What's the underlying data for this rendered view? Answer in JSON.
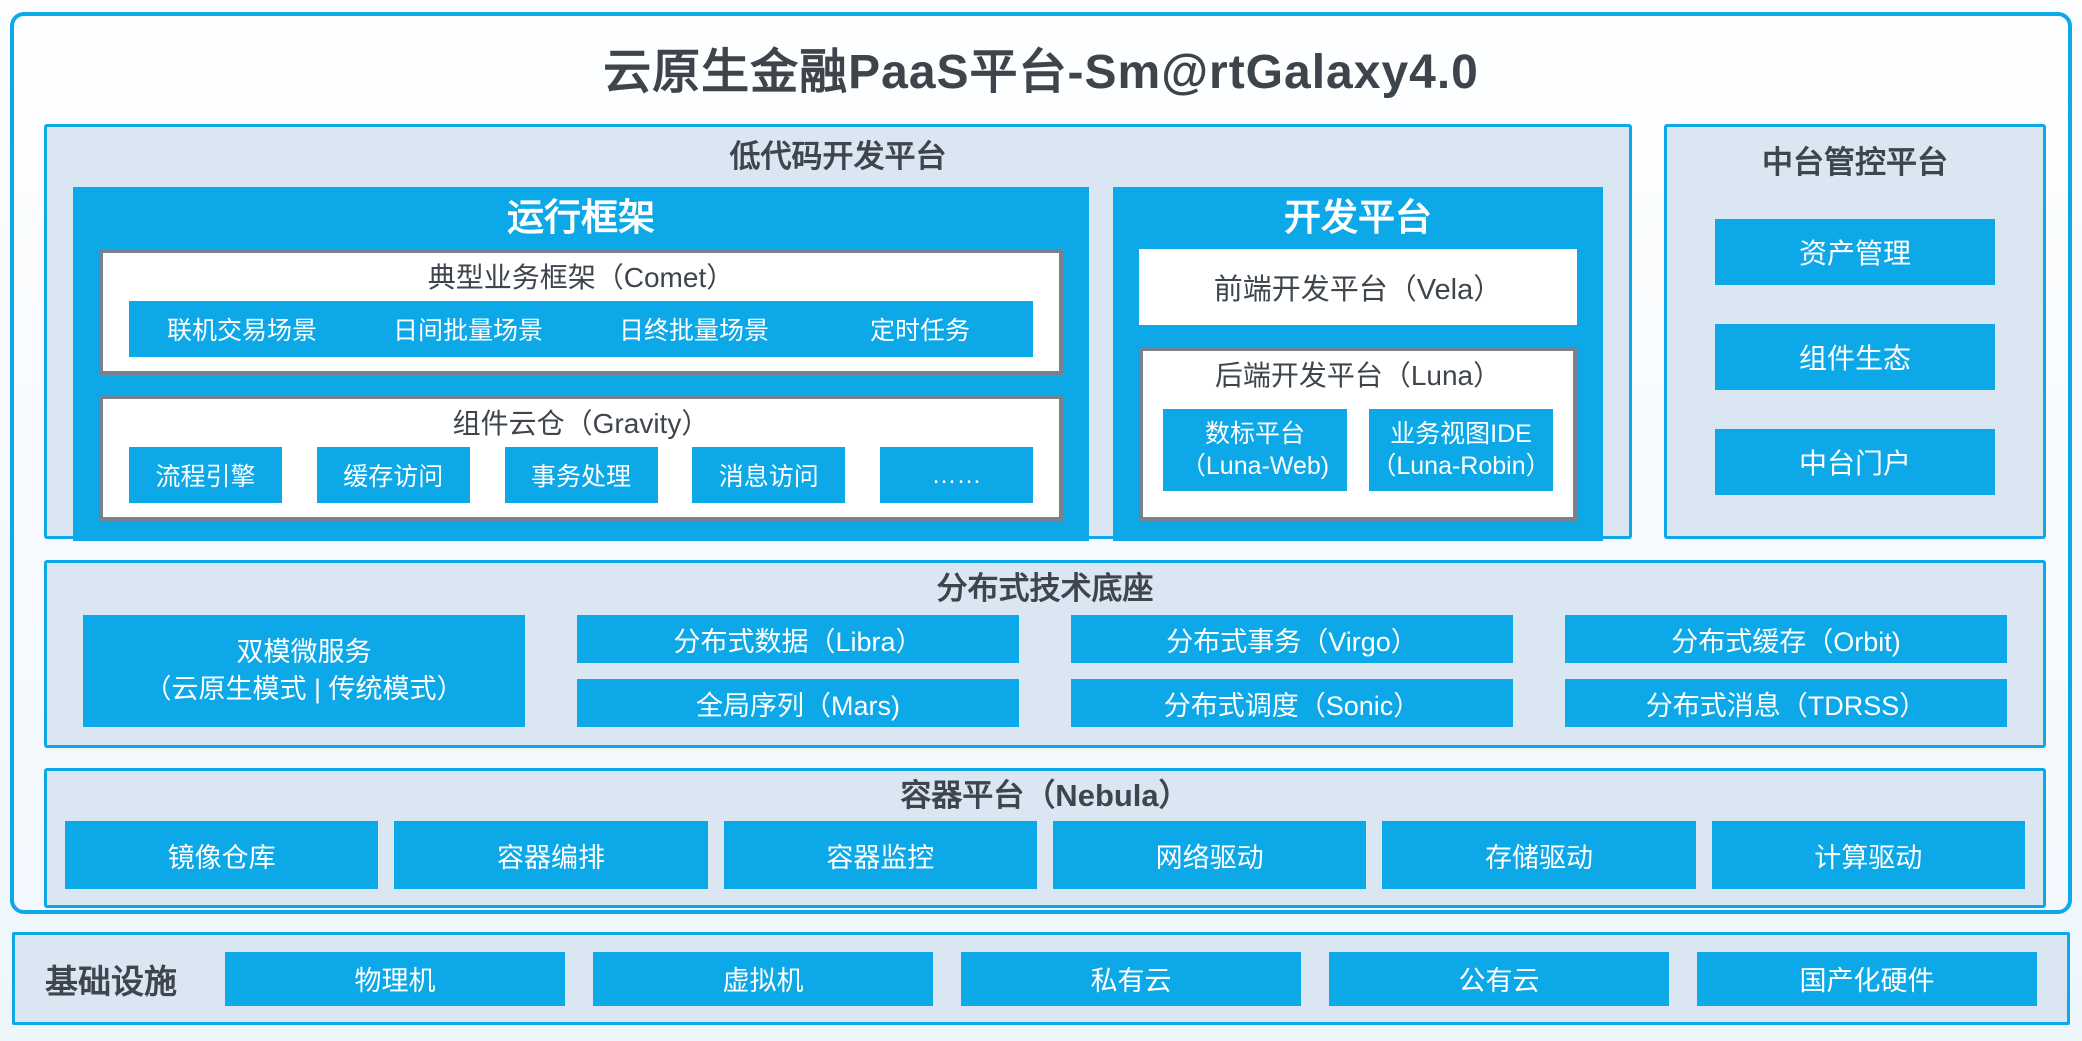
{
  "title": "云原生金融PaaS平台-Sm@rtGalaxy4.0",
  "colors": {
    "accent_blue": "#0ca8e8",
    "panel_background": "#dbe6f3",
    "inner_gray_border": "#78828c",
    "dark_text": "#3e454c"
  },
  "low_code": {
    "title": "低代码开发平台",
    "runtime": {
      "title": "运行框架",
      "comet": {
        "title": "典型业务框架（Comet）",
        "items": [
          "联机交易场景",
          "日间批量场景",
          "日终批量场景",
          "定时任务"
        ]
      },
      "gravity": {
        "title": "组件云仓（Gravity）",
        "items": [
          "流程引擎",
          "缓存访问",
          "事务处理",
          "消息访问",
          "……"
        ]
      }
    },
    "dev": {
      "title": "开发平台",
      "vela": "前端开发平台（Vela）",
      "luna": {
        "title": "后端开发平台（Luna）",
        "items": [
          {
            "line1": "数标平台",
            "line2": "（Luna-Web)"
          },
          {
            "line1": "业务视图IDE",
            "line2": "（Luna-Robin）"
          }
        ]
      }
    }
  },
  "mid_platform": {
    "title": "中台管控平台",
    "items": [
      "资产管理",
      "组件生态",
      "中台门户"
    ]
  },
  "distributed": {
    "title": "分布式技术底座",
    "dual_mode": {
      "line1": "双模微服务",
      "line2": "（云原生模式 | 传统模式）"
    },
    "row1": [
      "分布式数据（Libra）",
      "分布式事务（Virgo）",
      "分布式缓存（Orbit)"
    ],
    "row2": [
      "全局序列（Mars)",
      "分布式调度（Sonic）",
      "分布式消息（TDRSS）"
    ]
  },
  "container": {
    "title": "容器平台（Nebula）",
    "items": [
      "镜像仓库",
      "容器编排",
      "容器监控",
      "网络驱动",
      "存储驱动",
      "计算驱动"
    ]
  },
  "infrastructure": {
    "title": "基础设施",
    "items": [
      "物理机",
      "虚拟机",
      "私有云",
      "公有云",
      "国产化硬件"
    ]
  }
}
